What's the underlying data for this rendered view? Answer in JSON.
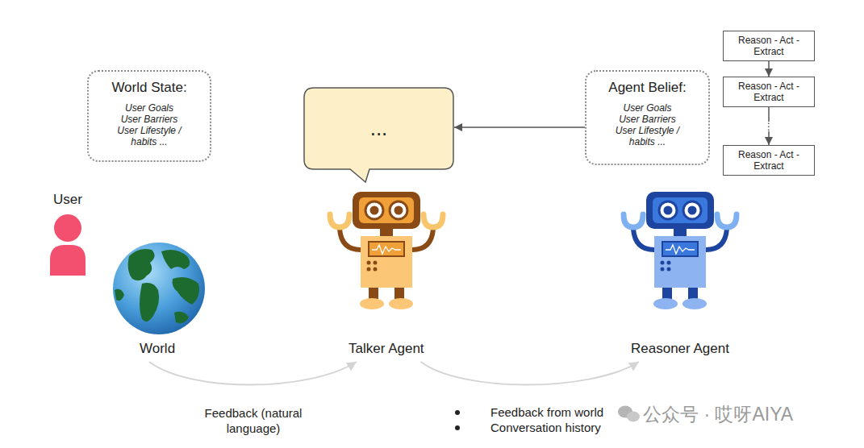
{
  "diagram": {
    "nodes": [
      {
        "text": [
          "World State:",
          "User Goals",
          "User Barriers",
          "User Lifestyle / habits ..."
        ]
      },
      {
        "text": [
          "..."
        ]
      },
      {
        "text": [
          "Agent Belief:",
          "User Goals",
          "User Barriers",
          "User Lifestyle / habits ..."
        ]
      },
      {
        "text": [
          "Reason - Act - Extract"
        ]
      },
      {
        "text": [
          "Reason - Act - Extract"
        ]
      },
      {
        "text": [
          "Reason - Act - Extract"
        ]
      },
      {
        "text": [
          "World"
        ]
      },
      {
        "text": [
          "Talker Agent"
        ]
      },
      {
        "text": [
          "Reasoner Agent"
        ]
      }
    ],
    "edges": [
      {
        "from": 2,
        "to": 1,
        "arrow": "to"
      },
      {
        "from": 3,
        "to": 4,
        "arrow": "to"
      },
      {
        "from": 4,
        "to": 5,
        "label": "⋮",
        "arrow": "to"
      },
      {
        "from": 6,
        "to": 7,
        "label": "Feedback (natural language)",
        "arrow": "to"
      },
      {
        "from": 7,
        "to": 8,
        "arrow": "to"
      }
    ],
    "labels": [
      "User",
      "Feedback from world",
      "Conversation history",
      "公众号 · 哎呀AIYA"
    ]
  }
}
